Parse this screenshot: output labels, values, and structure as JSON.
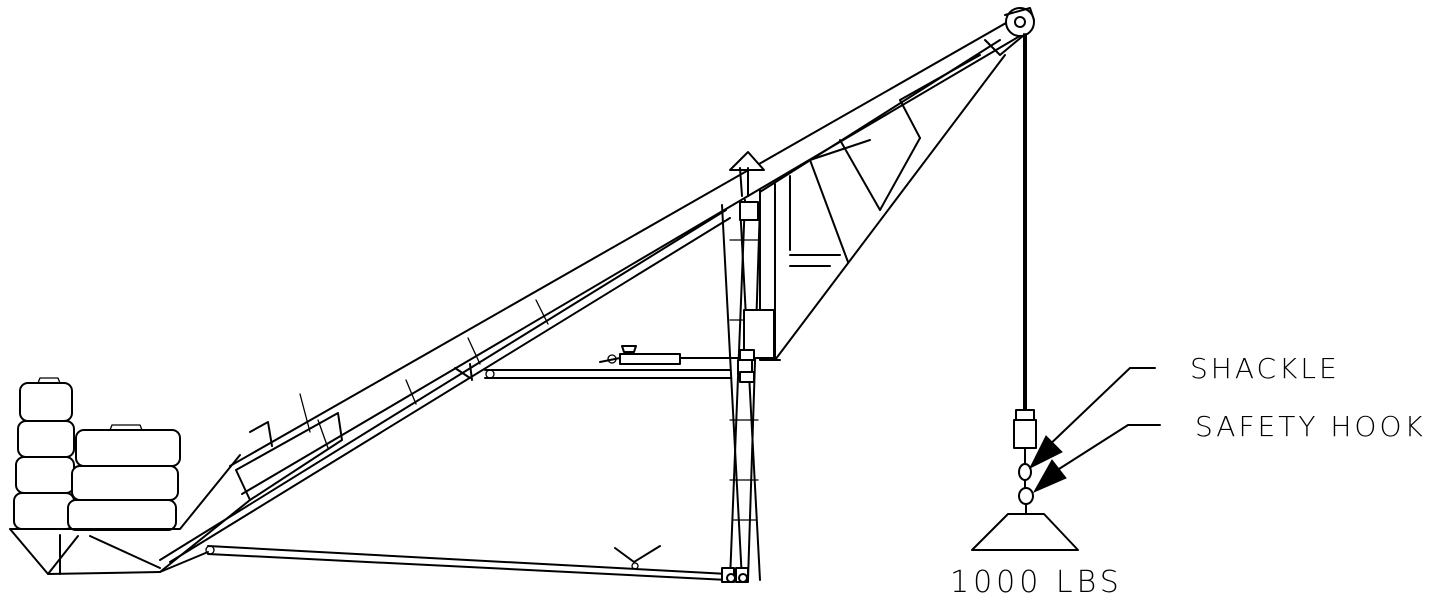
{
  "labels": {
    "shackle": "SHACKLE",
    "safety_hook": "SAFETY HOOK",
    "load_weight": "1000 LBS"
  }
}
